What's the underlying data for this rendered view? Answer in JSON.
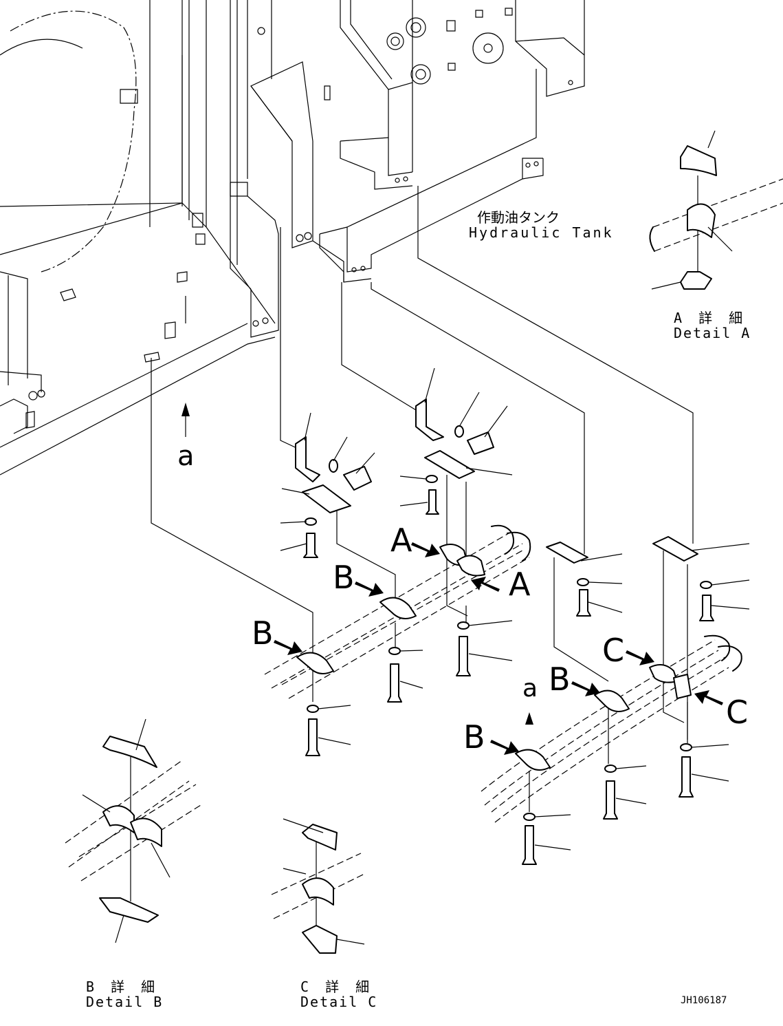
{
  "tank": {
    "label_jp": "作動油タンク",
    "label_en": "Hydraulic Tank"
  },
  "details": {
    "a": {
      "jp": "A 詳 細",
      "en": "Detail A"
    },
    "b": {
      "jp": "B 詳 細",
      "en": "Detail B"
    },
    "c": {
      "jp": "C 詳 細",
      "en": "Detail C"
    }
  },
  "callouts": {
    "a": "A",
    "b": "B",
    "c": "C",
    "view_a": "a"
  },
  "drawing_number": "JH106187"
}
